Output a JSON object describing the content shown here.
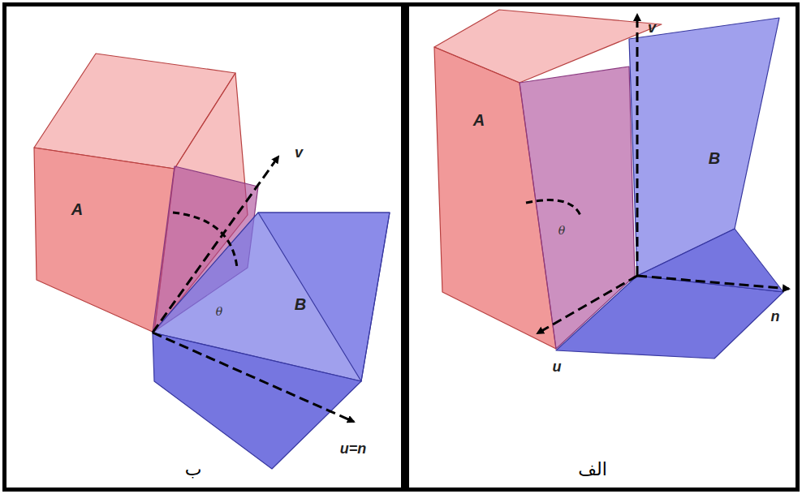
{
  "diagram": {
    "nodes": [
      {
        "text": [
          "ب"
        ]
      },
      {
        "text": [
          "A"
        ],
        "in": 0
      },
      {
        "text": [
          "B"
        ],
        "in": 0
      },
      {
        "text": [
          "الف"
        ]
      },
      {
        "text": [
          "A"
        ],
        "in": 3
      },
      {
        "text": [
          "B"
        ],
        "in": 3
      }
    ],
    "labels": [
      "v",
      "θ",
      "u=n",
      "v",
      "θ",
      "n",
      "u"
    ]
  }
}
